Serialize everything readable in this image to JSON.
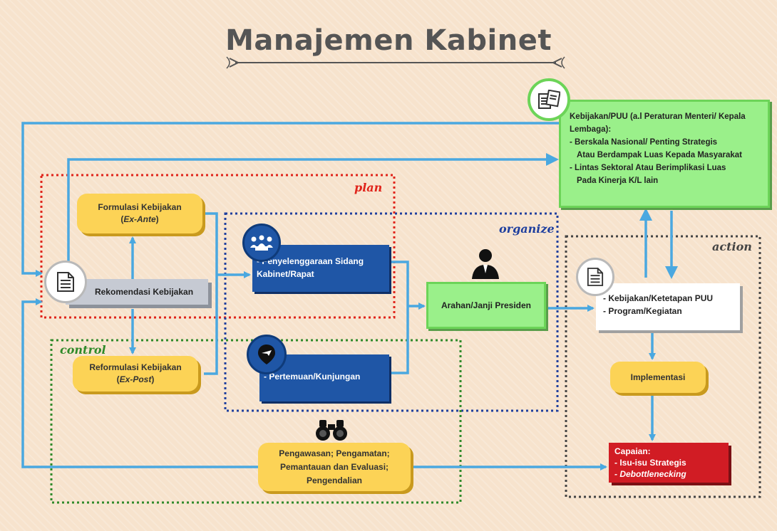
{
  "title": "Manajemen Kabinet",
  "lanes": {
    "plan": "plan",
    "organize": "organize",
    "control": "control",
    "action": "action"
  },
  "nodes": {
    "formulasi": {
      "line1": "Formulasi Kebijakan",
      "line2": "Ex-Ante",
      "pre": "(",
      "post": ")"
    },
    "reformulasi": {
      "line1": "Reformulasi Kebijakan",
      "line2": "Ex-Post",
      "pre": "(",
      "post": ")"
    },
    "rekomendasi": "Rekomendasi Kebijakan",
    "sidang": "- Penyelenggaraan Sidang Kabinet/Rapat",
    "pertemuan": "- Pertemuan/Kunjungan",
    "arahan": "Arahan/Janji Presiden",
    "kebijakan_puu": {
      "head": "Kebijakan/PUU (a.l Peraturan Menteri/ Kepala Lembaga):",
      "b1": "- Berskala Nasional/ Penting Strategis",
      "b1b": "Atau Berdampak Luas Kepada Masyarakat",
      "b2": "- Lintas Sektoral Atau Berimplikasi Luas",
      "b2b": "Pada  Kinerja K/L lain"
    },
    "ketetapan": {
      "l1": "- Kebijakan/Ketetapan PUU",
      "l2": "- Program/Kegiatan"
    },
    "implementasi": "Implementasi",
    "capaian": {
      "head": "Capaian:",
      "l1": "- Isu-isu Strategis",
      "l2": "- Debottlenecking"
    },
    "pengawasan": {
      "l1": "Pengawasan; Pengamatan;",
      "l2": "Pemantauan dan Evaluasi;",
      "l3": "Pengendalian"
    }
  },
  "icons": {
    "rekomendasi": "document-icon",
    "sidang": "meeting-icon",
    "pertemuan": "plane-pin-icon",
    "presiden": "person-icon",
    "kebijakan_puu": "documents-icon",
    "ketetapan": "document-icon",
    "pengawasan": "binoculars-icon"
  },
  "colors": {
    "plan": "#e0241b",
    "organize": "#1f3f9e",
    "control": "#2f8a2a",
    "action": "#444444",
    "arrow": "#4aa8e0"
  }
}
